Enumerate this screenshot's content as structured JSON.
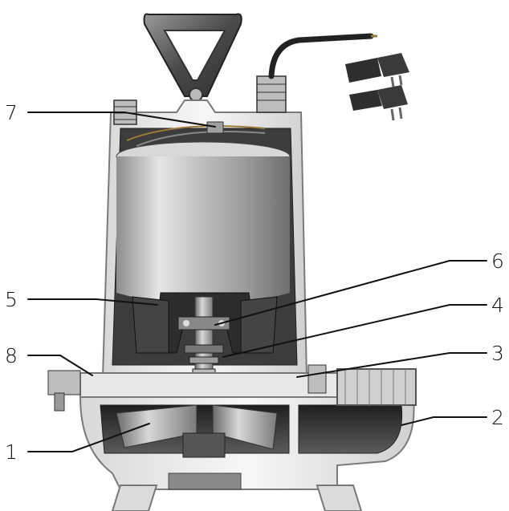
{
  "diagram": {
    "callouts": [
      {
        "id": "c1",
        "label": "1"
      },
      {
        "id": "c2",
        "label": "2"
      },
      {
        "id": "c3",
        "label": "3"
      },
      {
        "id": "c4",
        "label": "4"
      },
      {
        "id": "c5",
        "label": "5"
      },
      {
        "id": "c6",
        "label": "6"
      },
      {
        "id": "c7",
        "label": "7"
      },
      {
        "id": "c8",
        "label": "8"
      }
    ]
  },
  "colors": {
    "casing": "#f3f3f3",
    "casing_edge": "#7a7a7a",
    "interior": "#3c3c3c",
    "motor": "#cfcfcf",
    "dark": "#2a2a2a"
  }
}
